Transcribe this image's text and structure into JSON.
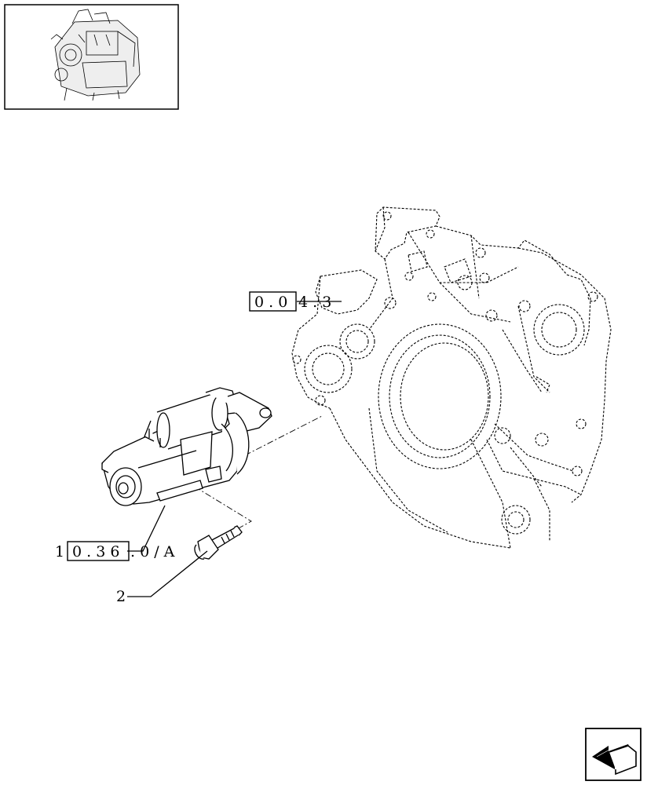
{
  "thumbnail": {
    "icon": "engine-thumbnail-icon"
  },
  "references": [
    {
      "box": "0 . 0",
      "suffix": "4 . 3"
    },
    {
      "prefix": "1",
      "box": "0 . 3 6",
      "suffix": ". 0 / A"
    }
  ],
  "callouts": [
    {
      "number": "2"
    }
  ],
  "nav": {
    "icon": "next-page-arrow-icon"
  }
}
